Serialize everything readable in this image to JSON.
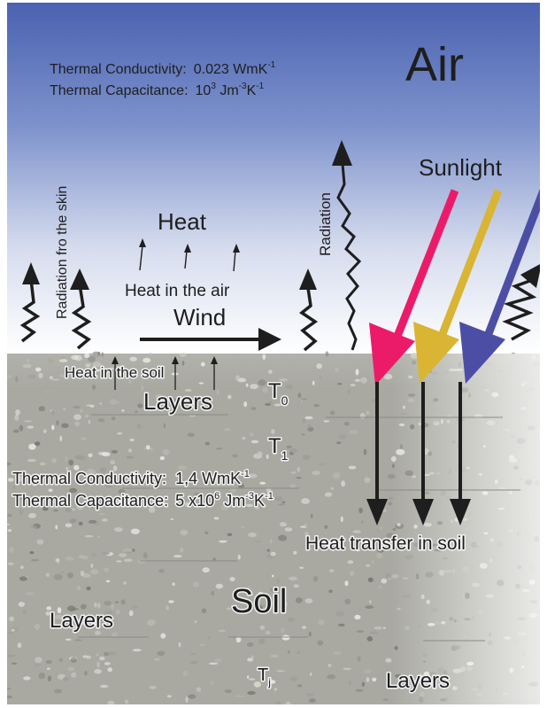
{
  "air": {
    "title": "Air",
    "conductivity": {
      "label": "Thermal Conductivity:",
      "value": "0.023 WmK",
      "exponent": "-1"
    },
    "capacitance": {
      "label": "Thermal Capacitance:",
      "value": "10",
      "value_exp": "3",
      "unit1": " Jm",
      "unit1_exp": "-3",
      "unit2": "K",
      "unit2_exp": "-1"
    },
    "radiation_skin": "Radiation fro the skin",
    "heat": "Heat",
    "heat_in_air": "Heat in the air",
    "wind": "Wind",
    "radiation": "Radiation",
    "sunlight": "Sunlight"
  },
  "soil": {
    "title": "Soil",
    "heat_in_soil": "Heat in the soil",
    "layers_top": "Layers",
    "t0": {
      "base": "T",
      "sub": "0"
    },
    "t1": {
      "base": "T",
      "sub": "1"
    },
    "tj": {
      "base": "T",
      "sub": "j"
    },
    "conductivity": {
      "label": "Thermal Conductivity:",
      "value": "1,4 WmK",
      "exponent": "-1"
    },
    "capacitance": {
      "label": "Thermal Capacitance:",
      "value": "5 x10",
      "value_exp": "6",
      "unit1": " Jm",
      "unit1_exp": "-3",
      "unit2": "K",
      "unit2_exp": "-1"
    },
    "heat_transfer": "Heat transfer in soil",
    "layers_left": "Layers",
    "layers_right": "Layers"
  },
  "colors": {
    "sky_top": "#4a62b0",
    "sky_bottom": "#ffffff",
    "soil": "#a9a9a2",
    "arrow_dark": "#1e1e1e",
    "sun_pink": "#ec1b6a",
    "sun_yellow": "#d9b533",
    "sun_blue": "#4c4ea6"
  }
}
